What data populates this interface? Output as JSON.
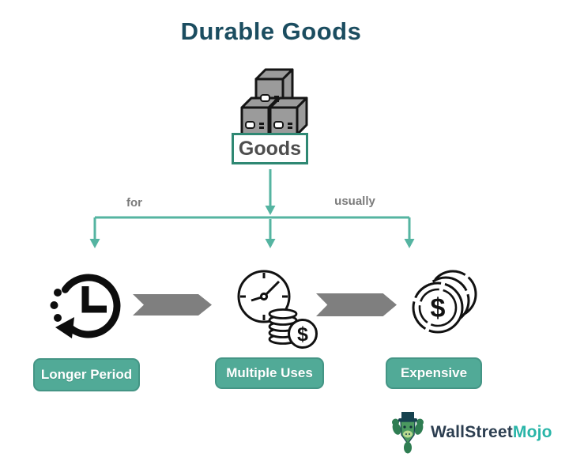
{
  "title": "Durable Goods",
  "goods": {
    "label": "Goods",
    "icon": "crates-icon"
  },
  "branches": {
    "left_label": "for",
    "right_label": "usually"
  },
  "nodes": [
    {
      "label": "Longer Period",
      "icon": "history-clock-icon"
    },
    {
      "label": "Multiple Uses",
      "icon": "clock-coins-icon"
    },
    {
      "label": "Expensive",
      "icon": "coins-icon"
    }
  ],
  "currency_symbol": "$",
  "logo": {
    "brand_primary": "WallStreet",
    "brand_secondary": "Mojo",
    "mascot": "bull-mascot-icon"
  },
  "colors": {
    "title_teal": "#1b4d60",
    "connector_teal": "#55b4a1",
    "pill_fill": "#51aa97",
    "goods_border": "#2f8873",
    "gray_arrow": "#7f7f7f",
    "branch_label_gray": "#7b7b7b",
    "logo_navy": "#2c3e50",
    "logo_teal": "#29b5a8"
  }
}
